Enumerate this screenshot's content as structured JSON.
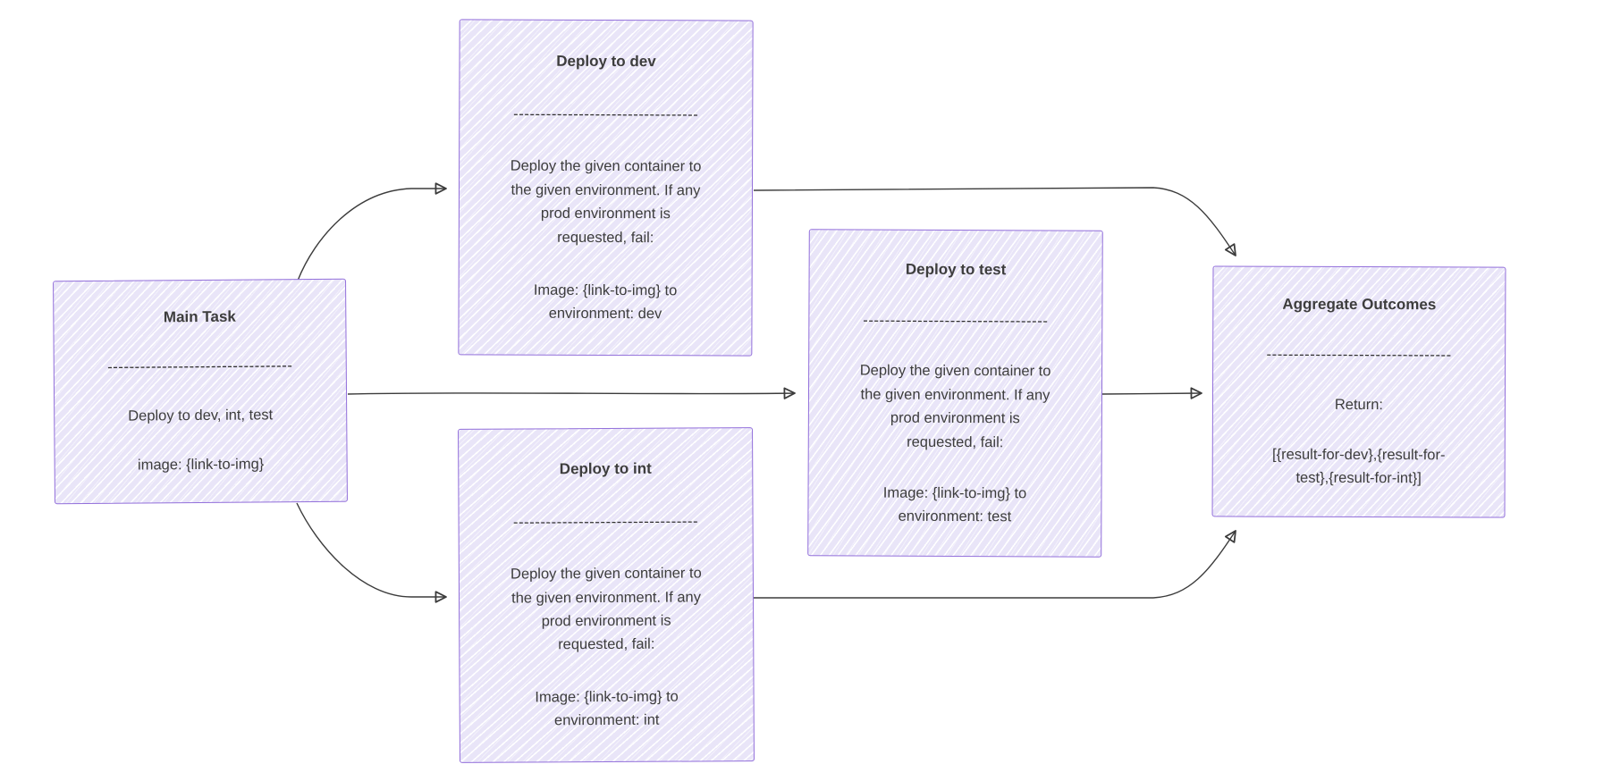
{
  "diagram": {
    "kind": "flowchart",
    "style": {
      "node_fill": "#E9E5F8",
      "node_border": "#9370DB",
      "text_color": "#3D3D3D",
      "edge_color": "#3C3C3C",
      "background": "#FFFFFF"
    },
    "nodes": [
      {
        "id": "main-task",
        "title": "Main Task",
        "separator": "----------------------------------",
        "body": "Deploy to dev, int, test",
        "detail": "image: {link-to-img}"
      },
      {
        "id": "deploy-dev",
        "title": "Deploy to dev",
        "separator": "----------------------------------",
        "body": "Deploy the given container to the given environment. If any prod environment is requested, fail:",
        "detail": "Image: {link-to-img} to environment: dev"
      },
      {
        "id": "deploy-test",
        "title": "Deploy to test",
        "separator": "----------------------------------",
        "body": "Deploy the given container to the given environment. If any prod environment is requested, fail:",
        "detail": "Image: {link-to-img} to environment: test"
      },
      {
        "id": "deploy-int",
        "title": "Deploy to int",
        "separator": "----------------------------------",
        "body": "Deploy the given container to the given environment. If any prod environment is requested, fail:",
        "detail": "Image: {link-to-img} to environment: int"
      },
      {
        "id": "aggregate-outcomes",
        "title": "Aggregate Outcomes",
        "separator": "----------------------------------",
        "body": "Return:",
        "detail": "[{result-for-dev},{result-for-test},{result-for-int}]"
      }
    ],
    "edges": [
      {
        "from": "main-task",
        "to": "deploy-dev"
      },
      {
        "from": "main-task",
        "to": "deploy-test"
      },
      {
        "from": "main-task",
        "to": "deploy-int"
      },
      {
        "from": "deploy-dev",
        "to": "aggregate-outcomes"
      },
      {
        "from": "deploy-test",
        "to": "aggregate-outcomes"
      },
      {
        "from": "deploy-int",
        "to": "aggregate-outcomes"
      }
    ]
  }
}
